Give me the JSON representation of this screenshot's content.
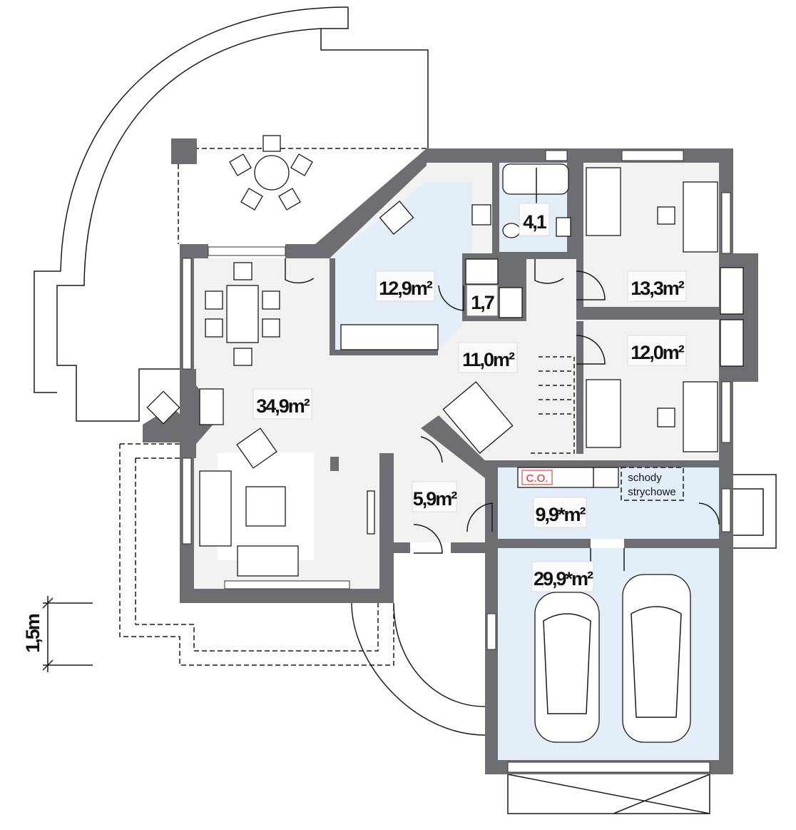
{
  "title": "Floor plan",
  "colors": {
    "wall": "#6d6e71",
    "floor": "#f2f2f2",
    "utility_floor": "#e3eef8",
    "co_text": "#e31b1b"
  },
  "rooms": [
    {
      "id": "bathroom",
      "label": "4,1"
    },
    {
      "id": "kitchen",
      "label": "12,9m²"
    },
    {
      "id": "pantry",
      "label": "1,7"
    },
    {
      "id": "bedroom-1",
      "label": "13,3m²"
    },
    {
      "id": "bedroom-2",
      "label": "12,0m²"
    },
    {
      "id": "hall",
      "label": "11,0m²"
    },
    {
      "id": "living-room",
      "label": "34,9m²"
    },
    {
      "id": "entrance",
      "label": "5,9m²"
    },
    {
      "id": "boiler-room",
      "label": "9,9*m²"
    },
    {
      "id": "garage",
      "label": "29,9*m²"
    }
  ],
  "annotations": {
    "boiler": "C.O.",
    "attic_stairs_line1": "schody",
    "attic_stairs_line2": "strychowe",
    "scale": "1,5m"
  }
}
